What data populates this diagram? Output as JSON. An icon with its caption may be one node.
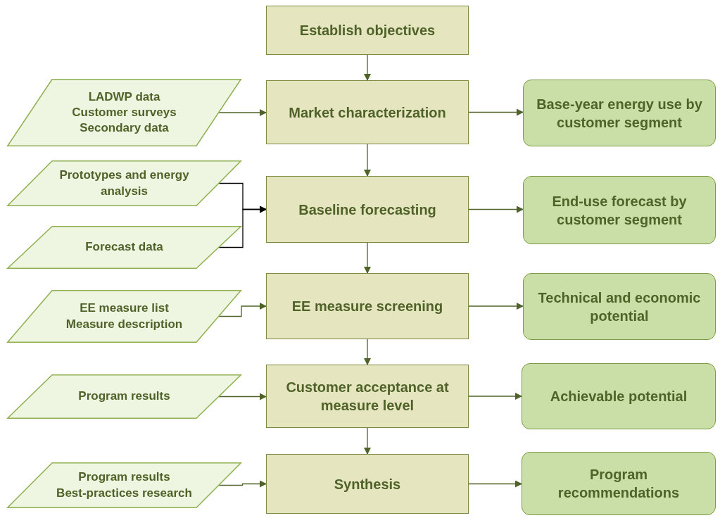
{
  "diagram": {
    "nodes": [
      {
        "text": [
          "Establish objectives"
        ]
      },
      {
        "text": [
          "LADWP data",
          "Customer surveys",
          "Secondary data"
        ]
      },
      {
        "text": [
          "Market characterization"
        ]
      },
      {
        "text": [
          "Base-year energy use by customer segment"
        ]
      },
      {
        "text": [
          "Prototypes and energy analysis"
        ]
      },
      {
        "text": [
          "Baseline forecasting"
        ]
      },
      {
        "text": [
          "End-use forecast by customer segment"
        ]
      },
      {
        "text": [
          "Forecast data"
        ]
      },
      {
        "text": [
          "EE measure list",
          "Measure description"
        ]
      },
      {
        "text": [
          "EE measure screening"
        ]
      },
      {
        "text": [
          "Technical and economic potential"
        ]
      },
      {
        "text": [
          "Program results"
        ]
      },
      {
        "text": [
          "Customer acceptance at measure level"
        ]
      },
      {
        "text": [
          "Achievable potential"
        ]
      },
      {
        "text": [
          "Program results",
          "Best-practices research"
        ]
      },
      {
        "text": [
          "Synthesis"
        ]
      },
      {
        "text": [
          "Program recommendations"
        ]
      }
    ],
    "edges": [
      {
        "from": 0,
        "to": 2,
        "arrow": "to"
      },
      {
        "from": 1,
        "to": 2,
        "arrow": "to"
      },
      {
        "from": 2,
        "to": 3,
        "arrow": "to"
      },
      {
        "from": 2,
        "to": 5,
        "arrow": "to"
      },
      {
        "from": 4,
        "to": 5,
        "arrow": "to",
        "color": "#000000"
      },
      {
        "from": 7,
        "to": 5,
        "arrow": "to",
        "color": "#000000"
      },
      {
        "from": 5,
        "to": 6,
        "arrow": "to"
      },
      {
        "from": 5,
        "to": 9,
        "arrow": "to"
      },
      {
        "from": 8,
        "to": 9,
        "arrow": "to"
      },
      {
        "from": 9,
        "to": 10,
        "arrow": "to"
      },
      {
        "from": 9,
        "to": 12,
        "arrow": "to"
      },
      {
        "from": 11,
        "to": 12,
        "arrow": "to"
      },
      {
        "from": 12,
        "to": 13,
        "arrow": "to"
      },
      {
        "from": 12,
        "to": 15,
        "arrow": "to"
      },
      {
        "from": 14,
        "to": 15,
        "arrow": "to"
      },
      {
        "from": 15,
        "to": 16,
        "arrow": "to"
      }
    ]
  }
}
